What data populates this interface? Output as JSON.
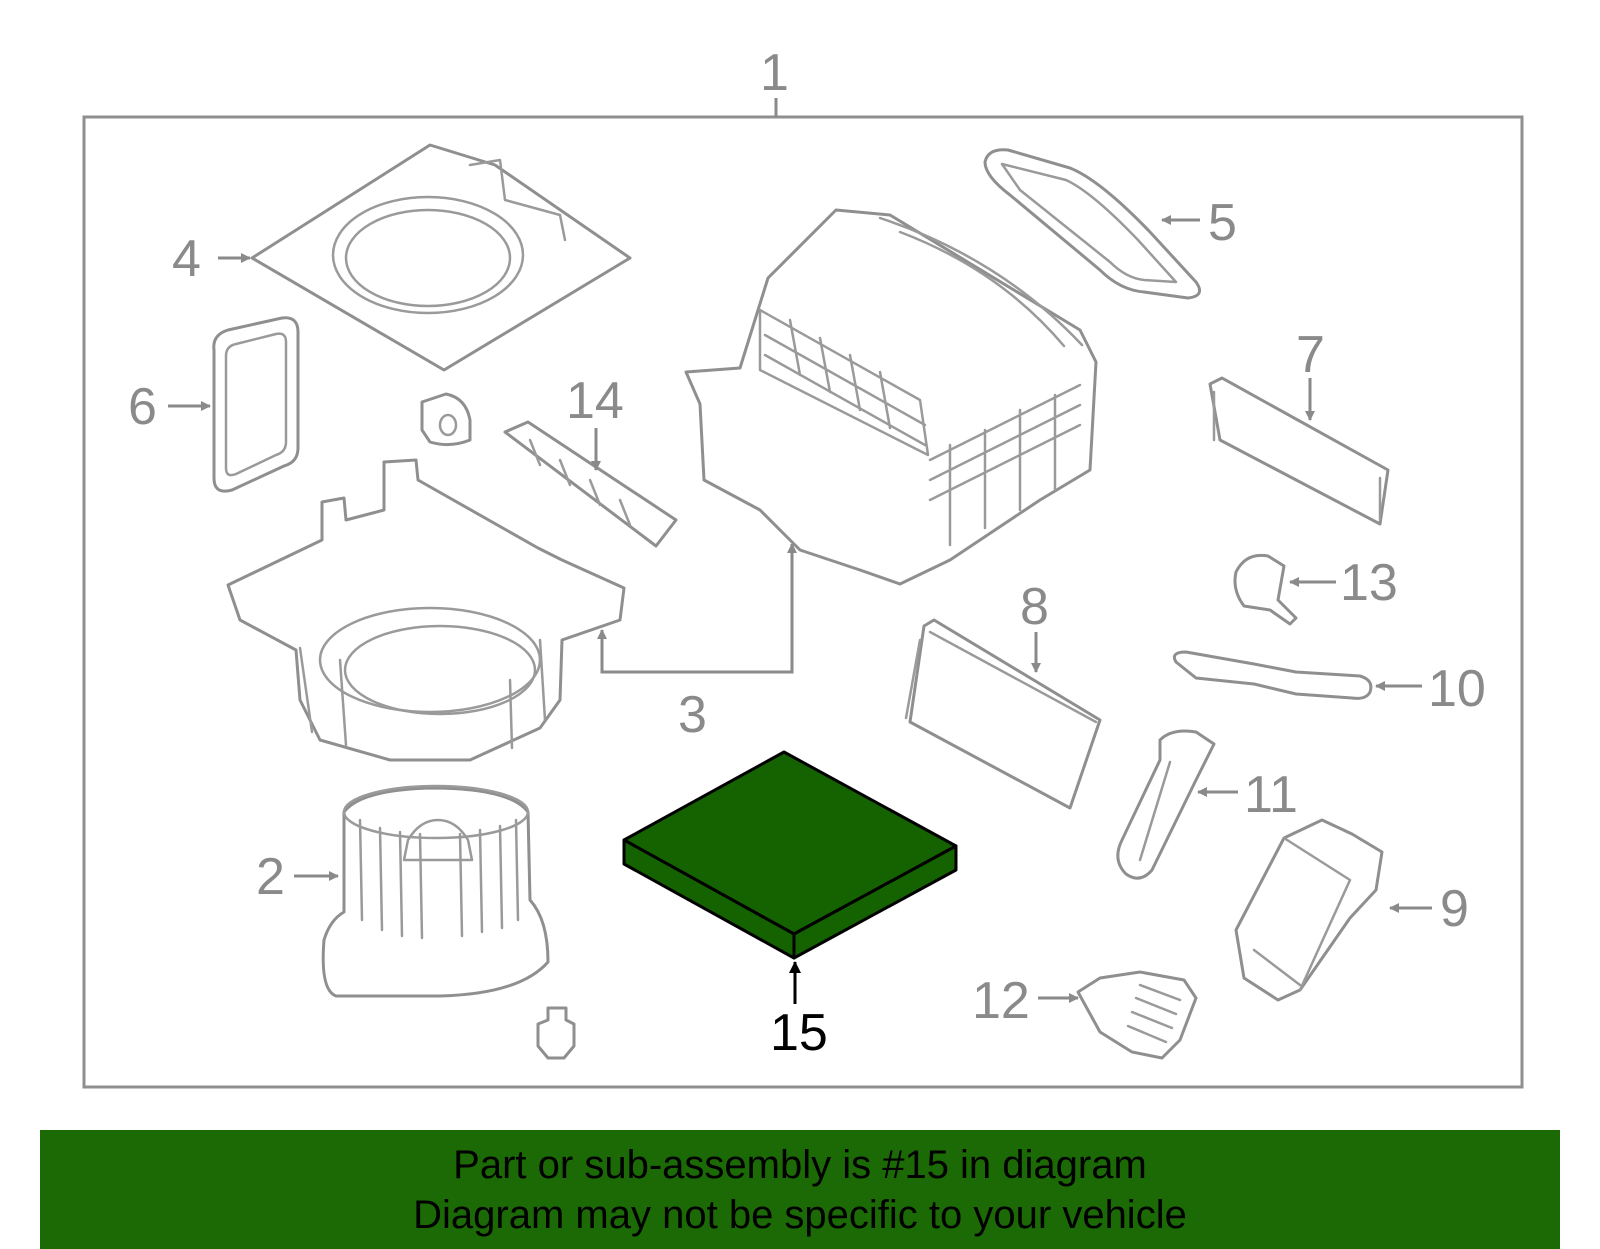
{
  "colors": {
    "highlight_fill": "#146300",
    "banner_bg": "#1b6a06",
    "line_gray": "#8f8f8f",
    "label_gray": "#8a8a8a",
    "highlight_text": "#000000"
  },
  "diagram": {
    "highlighted_part": "15",
    "callouts": [
      {
        "id": "1",
        "label": "1"
      },
      {
        "id": "2",
        "label": "2"
      },
      {
        "id": "3",
        "label": "3"
      },
      {
        "id": "4",
        "label": "4"
      },
      {
        "id": "5",
        "label": "5"
      },
      {
        "id": "6",
        "label": "6"
      },
      {
        "id": "7",
        "label": "7"
      },
      {
        "id": "8",
        "label": "8"
      },
      {
        "id": "9",
        "label": "9"
      },
      {
        "id": "10",
        "label": "10"
      },
      {
        "id": "11",
        "label": "11"
      },
      {
        "id": "12",
        "label": "12"
      },
      {
        "id": "13",
        "label": "13"
      },
      {
        "id": "14",
        "label": "14"
      },
      {
        "id": "15",
        "label": "15"
      }
    ]
  },
  "banner": {
    "line1": "Part or sub-assembly is #15 in diagram",
    "line2": "Diagram may not be specific to your vehicle"
  }
}
